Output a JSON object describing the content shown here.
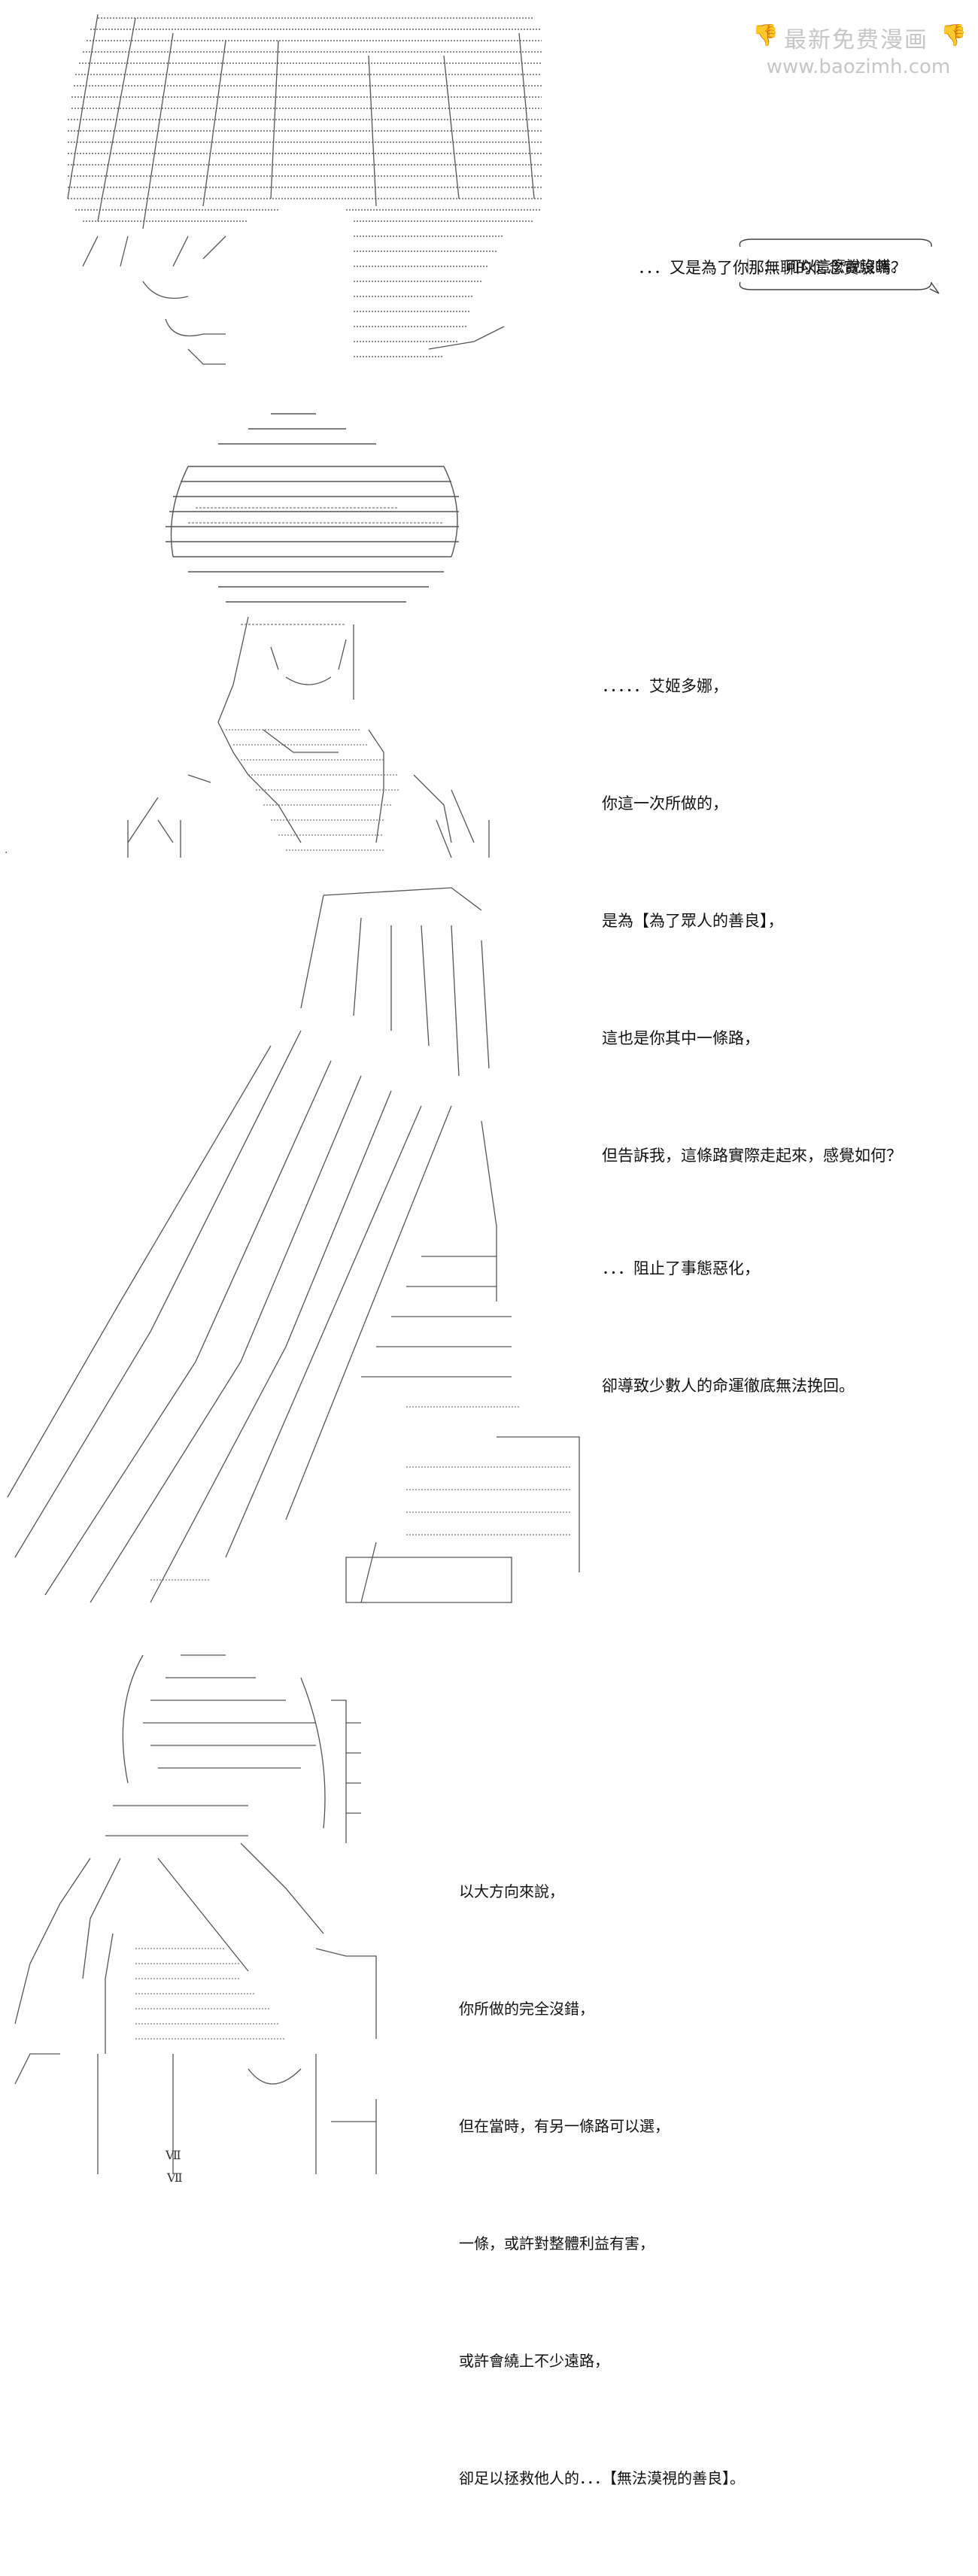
{
  "watermark": {
    "title": "最新免费漫画",
    "url": "www.baozimh.com",
    "thumb_icon": "thumbs-down-icon"
  },
  "panels": [
    {
      "lines": [
        "．．．又是為了你那無聊的信念實驗嗎？"
      ],
      "bubble": "｜．．．可以這麼說沒錯。"
    },
    {
      "lines": [
        "．．．．．艾姬多娜，",
        "你這一次所做的，",
        "是為【為了眾人的善良】，",
        "這也是你其中一條路，",
        "但告訴我，這條路實際走起來，感覺如何？"
      ]
    },
    {
      "lines": [
        "．．．阻止了事態惡化，",
        "卻導致少數人的命運徹底無法挽回。"
      ]
    },
    {
      "lines": [
        "以大方向來說，",
        "你所做的完全沒錯，",
        "但在當時，有另一條路可以選，",
        "一條，或許對整體利益有害，",
        "或許會繞上不少遠路，",
        "卻足以拯救他人的．．．【無法漠視的善良】。"
      ]
    }
  ]
}
